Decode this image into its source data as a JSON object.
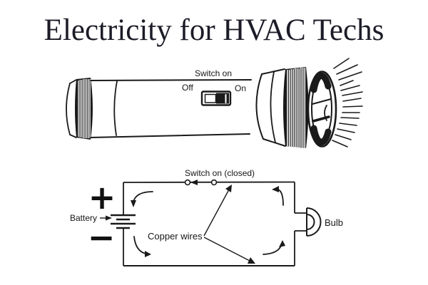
{
  "title": "Electricity for HVAC Techs",
  "flashlight": {
    "switch_label": "Switch on",
    "off_label": "Off",
    "on_label": "On"
  },
  "circuit": {
    "switch_label": "Switch on (closed)",
    "battery_label": "Battery",
    "copper_wires_label": "Copper wires",
    "bulb_label": "Bulb",
    "plus_symbol": "+",
    "minus_symbol": "−"
  },
  "colors": {
    "ink": "#1a1a1a",
    "title_ink": "#1c1c28",
    "background": "#ffffff"
  }
}
